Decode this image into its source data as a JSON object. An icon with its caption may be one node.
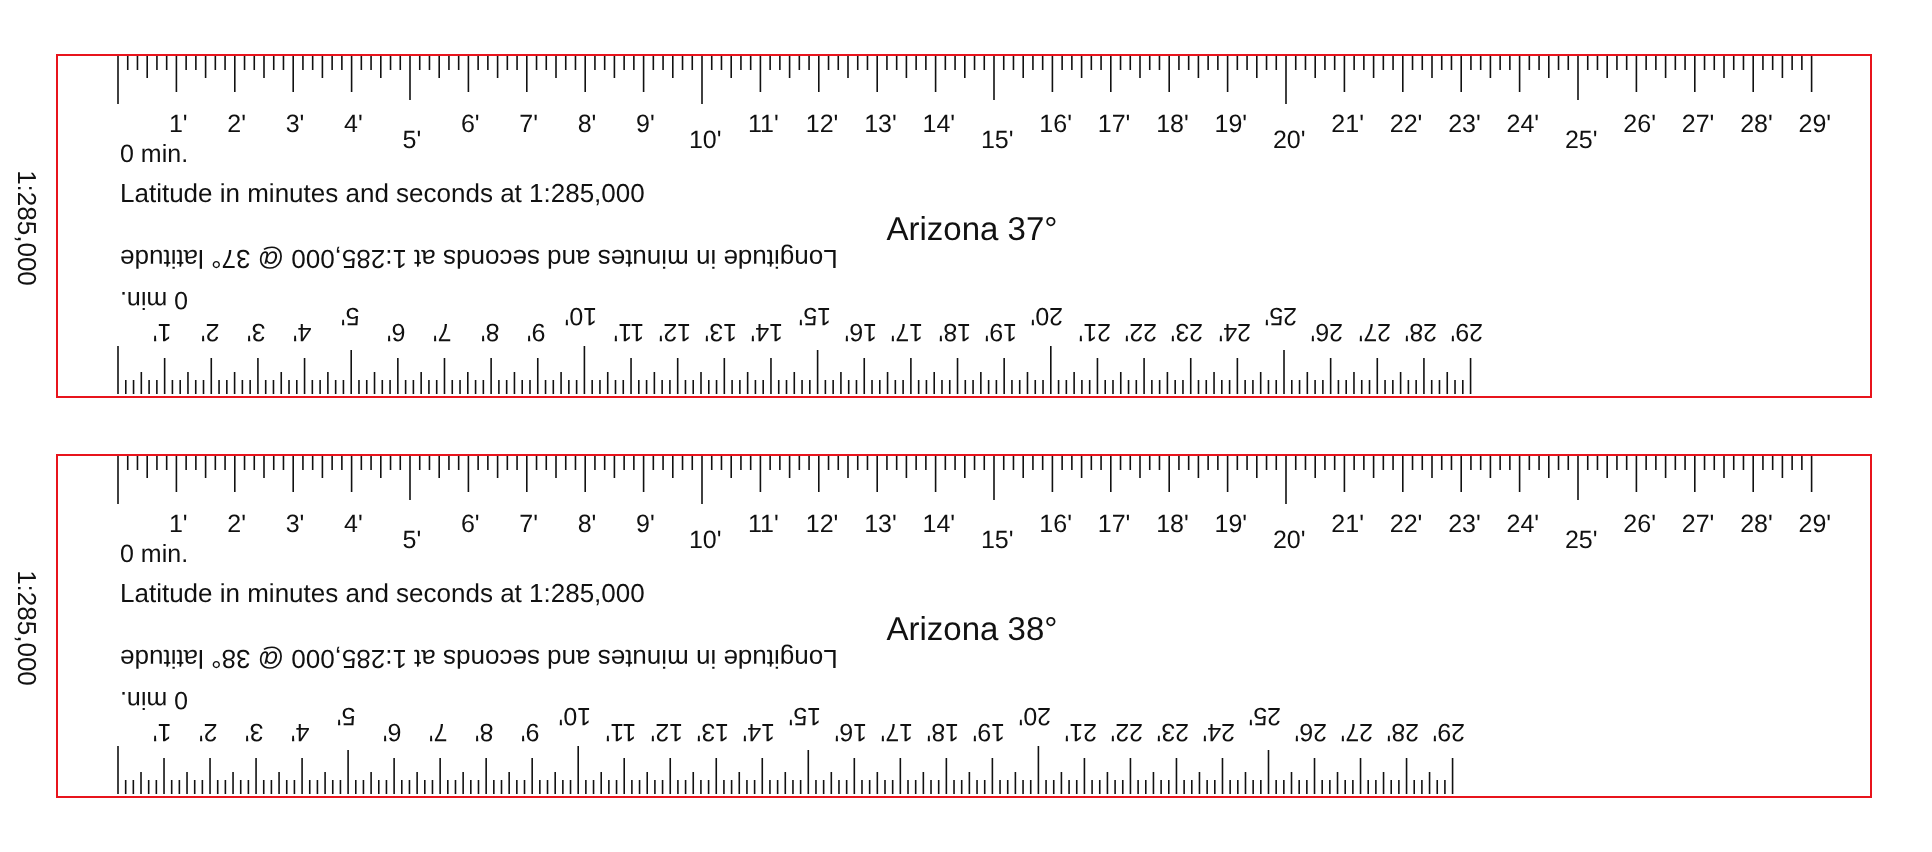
{
  "diagram": {
    "nodes": [
      {
        "text": [
          "1:285,000",
          "0 min.",
          "1'",
          "2'",
          "3'",
          "4'",
          "5'",
          "6'",
          "7'",
          "8'",
          "9'",
          "10'",
          "11'",
          "12'",
          "13'",
          "14'",
          "15'",
          "16'",
          "17'",
          "18'",
          "19'",
          "20'",
          "21'",
          "22'",
          "23'",
          "24'",
          "25'",
          "26'",
          "27'",
          "28'",
          "29'",
          "Latitude in minutes and seconds at 1:285,000",
          "Arizona 37°",
          "Longitude in minutes and seconds at 1:285,000 @ 37° latitude",
          "0 min.",
          "1'",
          "2'",
          "3'",
          "4'",
          "5'",
          "6'",
          "7'",
          "8'",
          "9'",
          "10'",
          "11'",
          "12'",
          "13'",
          "14'",
          "15'",
          "16'",
          "17'",
          "18'",
          "19'",
          "20'",
          "21'",
          "22'",
          "23'",
          "24'",
          "25'",
          "26'",
          "27'",
          "28'",
          "29'"
        ]
      },
      {
        "text": [
          "1:285,000",
          "0 min.",
          "1'",
          "2'",
          "3'",
          "4'",
          "5'",
          "6'",
          "7'",
          "8'",
          "9'",
          "10'",
          "11'",
          "12'",
          "13'",
          "14'",
          "15'",
          "16'",
          "17'",
          "18'",
          "19'",
          "20'",
          "21'",
          "22'",
          "23'",
          "24'",
          "25'",
          "26'",
          "27'",
          "28'",
          "29'",
          "Latitude in minutes and seconds at 1:285,000",
          "Arizona 38°",
          "Longitude in minutes and seconds at 1:285,000 @ 38° latitude",
          "0 min.",
          "1'",
          "2'",
          "3'",
          "4'",
          "5'",
          "6'",
          "7'",
          "8'",
          "9'",
          "10'",
          "11'",
          "12'",
          "13'",
          "14'",
          "15'",
          "16'",
          "17'",
          "18'",
          "19'",
          "20'",
          "21'",
          "22'",
          "23'",
          "24'",
          "25'",
          "26'",
          "27'",
          "28'",
          "29'"
        ]
      }
    ]
  }
}
